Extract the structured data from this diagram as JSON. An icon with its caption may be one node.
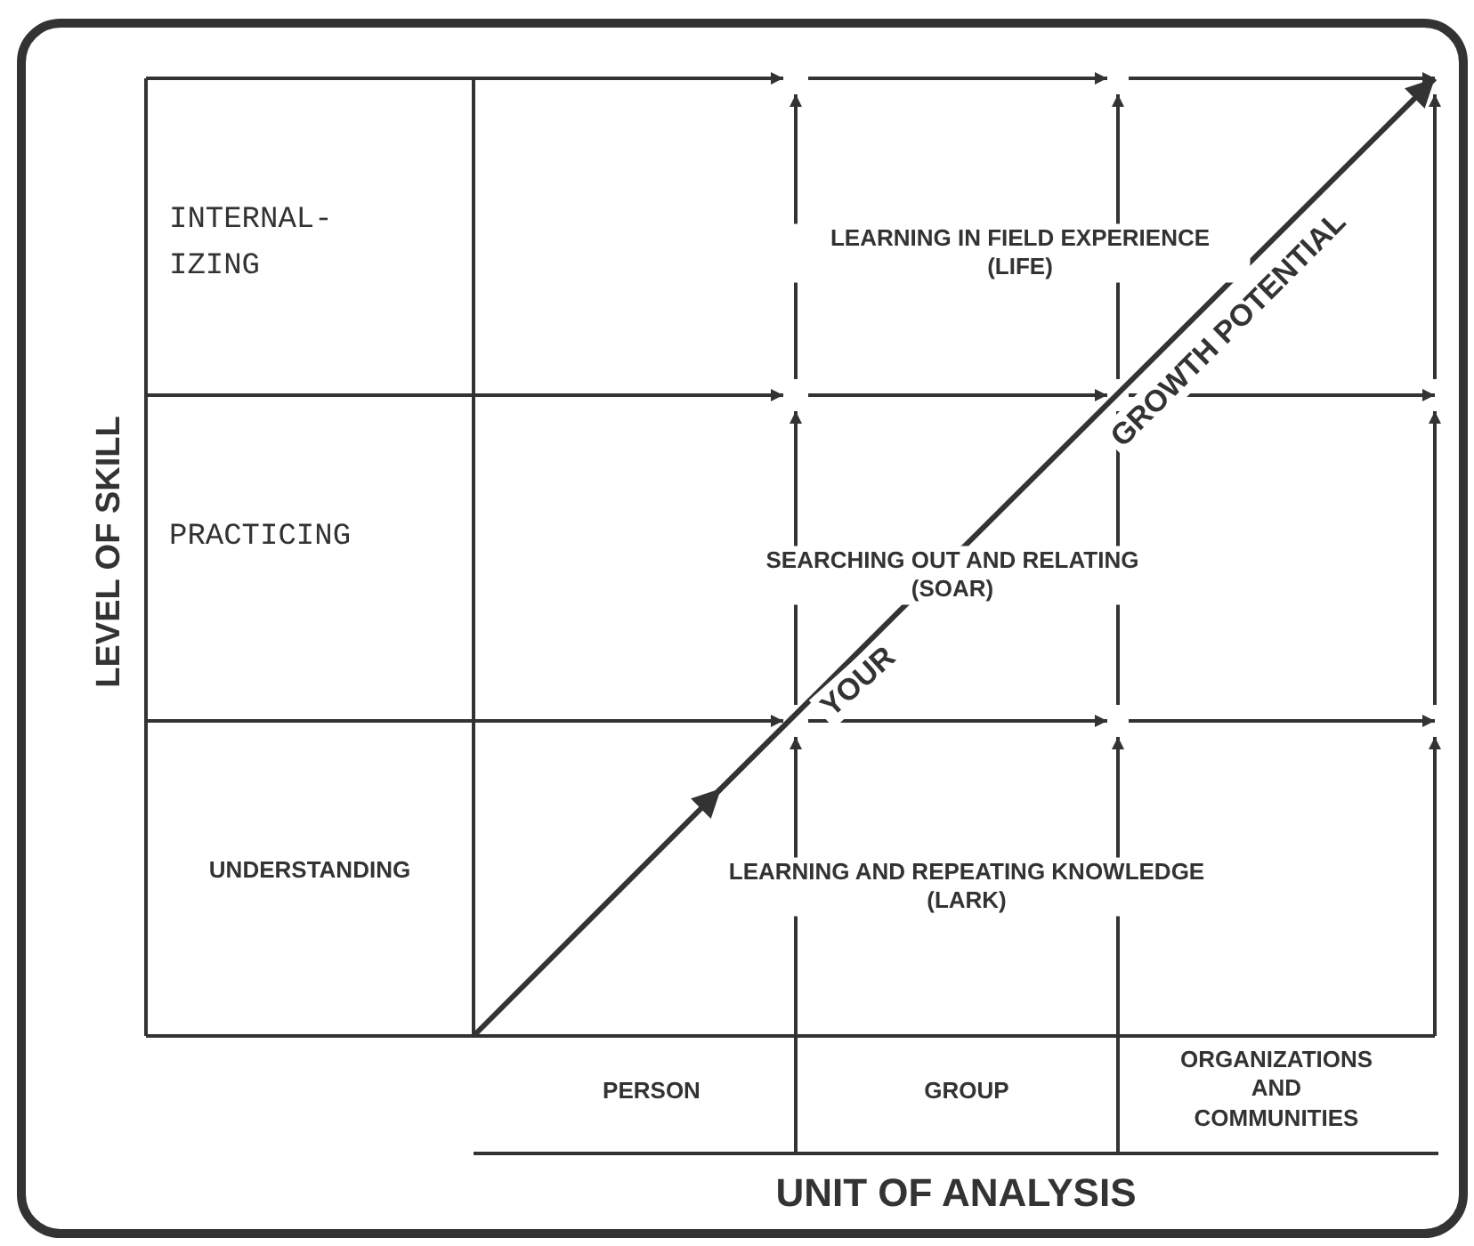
{
  "diagram": {
    "labels": [
      "INTERNAL- IZING",
      "LEARNING IN FIELD EXPERIENCE (LIFE)",
      "GROWTH POTENTIAL",
      "LEVEL OF SKILL",
      "PRACTICING",
      "SEARCHING OUT AND RELATING (SOAR)",
      "YOUR",
      "UNDERSTANDING",
      "LEARNING AND REPEATING KNOWLEDGE (LARK)",
      "PERSON",
      "GROUP",
      "ORGANIZATIONS AND COMMUNITIES",
      "UNIT OF ANALYSIS"
    ]
  }
}
